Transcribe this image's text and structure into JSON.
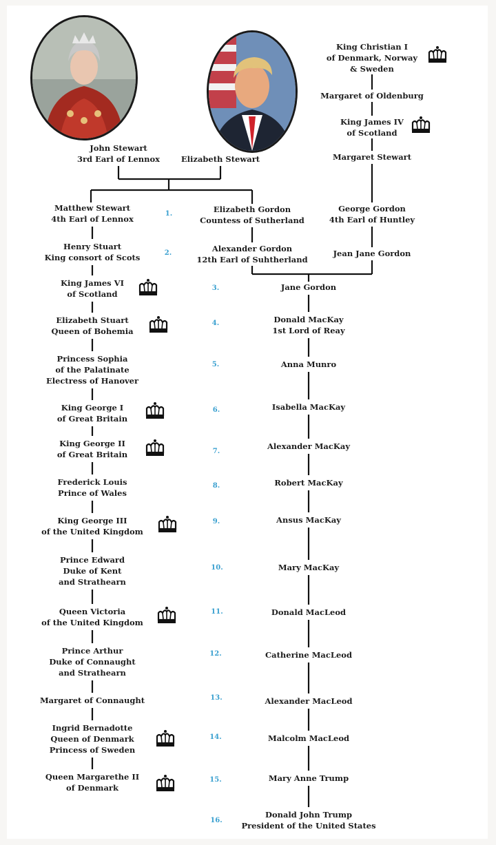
{
  "portraits": {
    "left": {
      "icon": "queen-margrethe-portrait"
    },
    "right": {
      "icon": "donald-trump-portrait"
    }
  },
  "left_lineage": [
    {
      "lines": [
        "King Christian I",
        "of Denmark, Norway",
        "& Sweden"
      ],
      "crown": true
    },
    {
      "lines": [
        "Margaret of Oldenburg"
      ],
      "crown": false
    },
    {
      "lines": [
        "King James IV",
        "of Scotland"
      ],
      "crown": true
    },
    {
      "lines": [
        "Margaret Stewart"
      ],
      "crown": false
    },
    {
      "lines": [
        "George Gordon",
        "4th Earl of Huntley"
      ],
      "crown": false
    },
    {
      "lines": [
        "Jean Jane Gordon"
      ],
      "crown": false
    }
  ],
  "top_couple": {
    "john": [
      "John Stewart",
      "3rd Earl of Lennox"
    ],
    "elizabeth": [
      "Elizabeth Stewart"
    ]
  },
  "middle": [
    {
      "lines": [
        "Elizabeth Gordon",
        "Countess of Sutherland"
      ]
    },
    {
      "lines": [
        "Alexander Gordon",
        "12th Earl of Suhtherland"
      ]
    }
  ],
  "royal_line": [
    {
      "lines": [
        "Matthew Stewart",
        "4th Earl of Lennox"
      ],
      "crown": false
    },
    {
      "lines": [
        "Henry Stuart",
        "King consort of Scots"
      ],
      "crown": false
    },
    {
      "lines": [
        "King James VI",
        "of Scotland"
      ],
      "crown": true
    },
    {
      "lines": [
        "Elizabeth Stuart",
        "Queen of Bohemia"
      ],
      "crown": true
    },
    {
      "lines": [
        "Princess Sophia",
        "of the Palatinate",
        "Electress of Hanover"
      ],
      "crown": false
    },
    {
      "lines": [
        "King George I",
        "of Great Britain"
      ],
      "crown": true
    },
    {
      "lines": [
        "King George II",
        "of Great Britain"
      ],
      "crown": true
    },
    {
      "lines": [
        "Frederick Louis",
        "Prince of Wales"
      ],
      "crown": false
    },
    {
      "lines": [
        "King George III",
        "of the United Kingdom"
      ],
      "crown": true
    },
    {
      "lines": [
        "Prince Edward",
        "Duke of Kent",
        "and Strathearn"
      ],
      "crown": false
    },
    {
      "lines": [
        "Queen Victoria",
        "of the United Kingdom"
      ],
      "crown": true
    },
    {
      "lines": [
        "Prince Arthur",
        "Duke of Connaught",
        "and Strathearn"
      ],
      "crown": false
    },
    {
      "lines": [
        "Margaret of Connaught"
      ],
      "crown": false
    },
    {
      "lines": [
        "Ingrid Bernadotte",
        "Queen of Denmark",
        "Princess of Sweden"
      ],
      "crown": true
    },
    {
      "lines": [
        "Queen Margarethe II",
        "of Denmark"
      ],
      "crown": true
    }
  ],
  "generation_numbers": [
    "1.",
    "2.",
    "3.",
    "4.",
    "5.",
    "6.",
    "7.",
    "8.",
    "9.",
    "10.",
    "11.",
    "12.",
    "13.",
    "14.",
    "15.",
    "16."
  ],
  "trump_line": [
    {
      "lines": [
        "Jane Gordon"
      ]
    },
    {
      "lines": [
        "Donald MacKay",
        "1st Lord of Reay"
      ]
    },
    {
      "lines": [
        "Anna Munro"
      ]
    },
    {
      "lines": [
        "Isabella MacKay"
      ]
    },
    {
      "lines": [
        "Alexander MacKay"
      ]
    },
    {
      "lines": [
        "Robert MacKay"
      ]
    },
    {
      "lines": [
        "Ansus MacKay"
      ]
    },
    {
      "lines": [
        "Mary MacKay"
      ]
    },
    {
      "lines": [
        "Donald MacLeod"
      ]
    },
    {
      "lines": [
        "Catherine MacLeod"
      ]
    },
    {
      "lines": [
        "Alexander MacLeod"
      ]
    },
    {
      "lines": [
        "Malcolm MacLeod"
      ]
    },
    {
      "lines": [
        "Mary Anne Trump"
      ]
    },
    {
      "lines": [
        "Donald John Trump",
        "President of the United States"
      ]
    }
  ],
  "colors": {
    "line": "#111111",
    "number": "#3aa0d0",
    "text": "#1d1d1d",
    "background": "#ffffff"
  },
  "icons": {
    "crown": "crown-icon"
  }
}
